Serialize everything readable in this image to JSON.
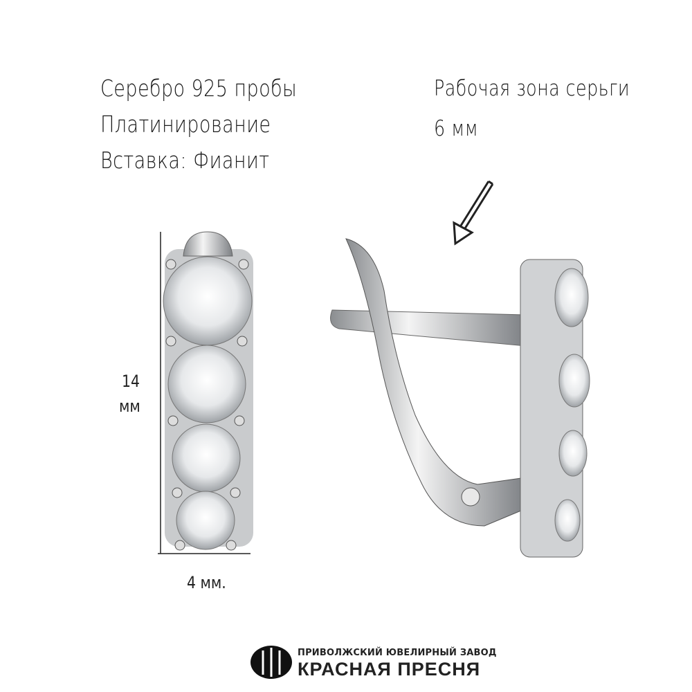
{
  "specs": {
    "material": "Серебро 925 пробы",
    "coating": "Платинирование",
    "insert": "Вставка: Фианит"
  },
  "working_zone": {
    "label": "Рабочая зона серьги",
    "value": "6 мм"
  },
  "dimensions": {
    "height_value": "14",
    "height_unit": "мм",
    "width": "4 мм."
  },
  "brand": {
    "line1": "ПРИВОЛЖСКИЙ ЮВЕЛИРНЫЙ ЗАВОД",
    "line2": "КРАСНАЯ ПРЕСНЯ"
  }
}
